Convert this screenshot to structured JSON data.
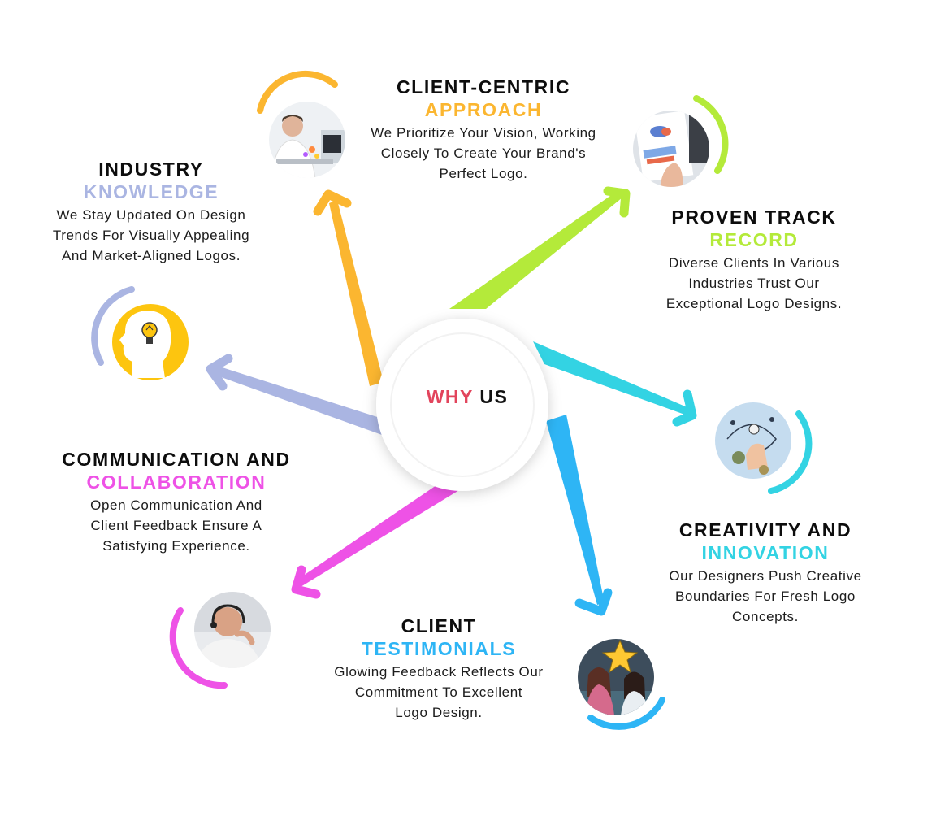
{
  "center": {
    "why": "WHY",
    "us": "US",
    "why_color": "#e2445c",
    "us_color": "#111111"
  },
  "items": [
    {
      "key": "client-centric",
      "title_line1": "CLIENT-CENTRIC",
      "title_line2": "APPROACH",
      "desc": [
        "We Prioritize Your Vision, Working",
        "Closely To Create Your Brand's",
        "Perfect Logo."
      ],
      "color": "#fbb630",
      "image": "businessman-at-desk-photo"
    },
    {
      "key": "proven-track-record",
      "title_line1": "PROVEN TRACK",
      "title_line2": "RECORD",
      "desc": [
        "Diverse Clients In Various",
        "Industries Trust Our",
        "Exceptional Logo Designs."
      ],
      "color": "#b4ea3a",
      "image": "charts-report-photo"
    },
    {
      "key": "creativity-innovation",
      "title_line1": "CREATIVITY AND",
      "title_line2": "INNOVATION",
      "desc": [
        "Our Designers Push Creative",
        "Boundaries For Fresh Logo",
        "Concepts."
      ],
      "color": "#33d3e3",
      "image": "creative-idea-illustration"
    },
    {
      "key": "client-testimonials",
      "title_line1": "CLIENT",
      "title_line2": "TESTIMONIALS",
      "desc": [
        "Glowing Feedback Reflects Our",
        "Commitment To Excellent",
        "Logo Design."
      ],
      "color": "#2eb5f5",
      "image": "happy-clients-star-photo"
    },
    {
      "key": "communication-collaboration",
      "title_line1": "COMMUNICATION AND",
      "title_line2": "COLLABORATION",
      "desc": [
        "Open Communication And",
        "Client Feedback Ensure A",
        "Satisfying Experience."
      ],
      "color": "#ee52e6",
      "image": "support-agent-headset-photo"
    },
    {
      "key": "industry-knowledge",
      "title_line1": "INDUSTRY",
      "title_line2": "KNOWLEDGE",
      "desc": [
        "We Stay Updated On Design",
        "Trends For Visually Appealing",
        "And Market-Aligned Logos."
      ],
      "color": "#aab5e2",
      "image": "head-lightbulb-icon"
    }
  ]
}
